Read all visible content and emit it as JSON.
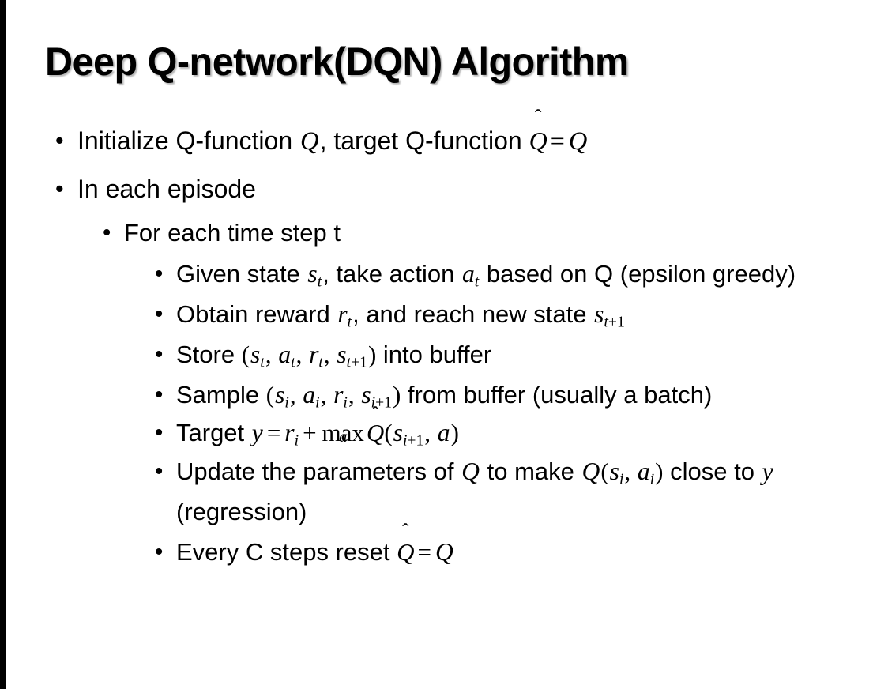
{
  "slide": {
    "title": "Deep Q-network(DQN) Algorithm",
    "background_color": "#ffffff",
    "text_color": "#000000",
    "accent_bar_color": "#000000",
    "bullet_glyph": "•"
  },
  "content": {
    "level1": [
      {
        "id": "initialize",
        "plain_text": "Initialize Q-function Q, target Q-function Q̂ = Q",
        "segments": {
          "lead": "Initialize Q-function ",
          "var_q1": "Q",
          "mid": ", target Q-function ",
          "hat_q": "Q",
          "hat_accent": "̂",
          "equals": "=",
          "var_q2": "Q"
        }
      },
      {
        "id": "in-each-episode",
        "plain_text": "In each episode"
      }
    ],
    "level2": [
      {
        "id": "for-each-time-step",
        "plain_text": "For each time step t"
      }
    ],
    "level3": [
      {
        "id": "given-state",
        "plain_text": "Given state s_t, take action a_t based on Q (epsilon greedy)",
        "segments": {
          "lead": "Given state ",
          "var_s": "s",
          "sub_s": "t",
          "mid": ", take action ",
          "var_a": "a",
          "sub_a": "t",
          "tail": " based on Q (epsilon greedy)"
        }
      },
      {
        "id": "obtain-reward",
        "plain_text": "Obtain reward r_t, and reach new state s_{t+1}",
        "segments": {
          "lead": "Obtain reward ",
          "var_r": "r",
          "sub_r": "t",
          "mid": ", and reach new state ",
          "var_s": "s",
          "sub_s_var": "t",
          "sub_s_num": "+1"
        }
      },
      {
        "id": "store-transition",
        "plain_text": "Store (s_t, a_t, r_t, s_{t+1}) into buffer",
        "segments": {
          "lead": "Store ",
          "open_paren": "(",
          "var_s1": "s",
          "sub1": "t",
          "sep1": ", ",
          "var_a": "a",
          "sub2": "t",
          "sep2": ", ",
          "var_r": "r",
          "sub3": "t",
          "sep3": ", ",
          "var_s2": "s",
          "sub4_var": "t",
          "sub4_num": "+1",
          "close_paren": ")",
          "tail": " into buffer"
        }
      },
      {
        "id": "sample-batch",
        "plain_text": "Sample (s_i, a_i, r_i, s_{i+1}) from buffer (usually a batch)",
        "segments": {
          "lead": "Sample ",
          "open_paren": "(",
          "var_s1": "s",
          "sub1": "i",
          "sep1": ", ",
          "var_a": "a",
          "sub2": "i",
          "sep2": ", ",
          "var_r": "r",
          "sub3": "i",
          "sep3": ", ",
          "var_s2": "s",
          "sub4_var": "i",
          "sub4_num": "+1",
          "close_paren": ")",
          "tail": " from buffer (usually a batch)"
        }
      },
      {
        "id": "target",
        "plain_text": "Target y = r_i + max_a Q̂(s_{i+1}, a)",
        "segments": {
          "lead": "Target ",
          "var_y": "y",
          "equals": "=",
          "var_r": "r",
          "sub_r": "i",
          "plus": "+",
          "max_label": "max",
          "max_under": "a",
          "hat_q": "Q",
          "hat_accent": "̂",
          "open_paren": "(",
          "var_s": "s",
          "sub_s_var": "i",
          "sub_s_num": "+1",
          "sep": ", ",
          "var_a": "a",
          "close_paren": ")"
        }
      },
      {
        "id": "update-parameters",
        "plain_text": "Update the parameters of Q to make Q(s_i, a_i) close to y (regression)",
        "segments": {
          "lead": "Update the parameters of ",
          "var_q1": "Q",
          "mid": " to make ",
          "var_q2": "Q",
          "open_paren": "(",
          "var_s": "s",
          "sub_s": "i",
          "sep": ", ",
          "var_a": "a",
          "sub_a": "i",
          "close_paren": ")",
          "tail1": " close to ",
          "var_y": "y",
          "tail2": " (regression)"
        }
      },
      {
        "id": "reset-target-network",
        "plain_text": "Every C steps reset Q̂ = Q",
        "segments": {
          "lead": "Every C steps reset ",
          "hat_q": "Q",
          "hat_accent": "̂",
          "equals": "=",
          "var_q": "Q"
        }
      }
    ]
  }
}
